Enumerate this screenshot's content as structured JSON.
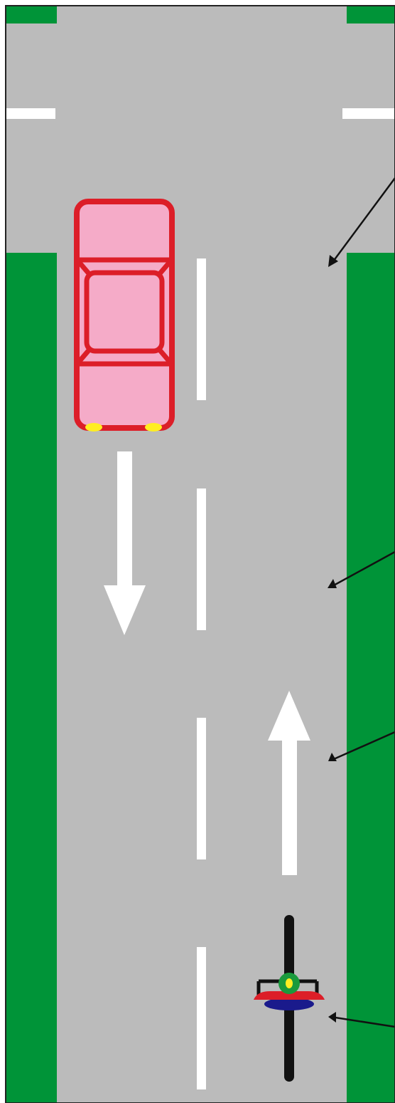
{
  "diagram": {
    "type": "road-scene",
    "colors": {
      "road": "#bbbbbb",
      "verge": "#009438",
      "lane_marking": "#ffffff",
      "car_body": "#f5abc8",
      "car_outline": "#dc1e28",
      "car_headlights": "#ffee22",
      "motorbike_rider": "#1a9a3c",
      "motorbike_helmet": "#ffee22",
      "motorbike_fairing": "#dc1e28",
      "motorbike_seat": "#1a1a8c",
      "motorbike_frame": "#111111",
      "pointer": "#111111",
      "frame": "#222222"
    },
    "vehicles": [
      {
        "name": "car",
        "direction": "down"
      },
      {
        "name": "motorcycle",
        "direction": "up"
      }
    ],
    "direction_arrows": [
      {
        "name": "traffic-arrow-down",
        "direction": "down"
      },
      {
        "name": "traffic-arrow-up",
        "direction": "up"
      }
    ],
    "pointer_count": 4
  }
}
